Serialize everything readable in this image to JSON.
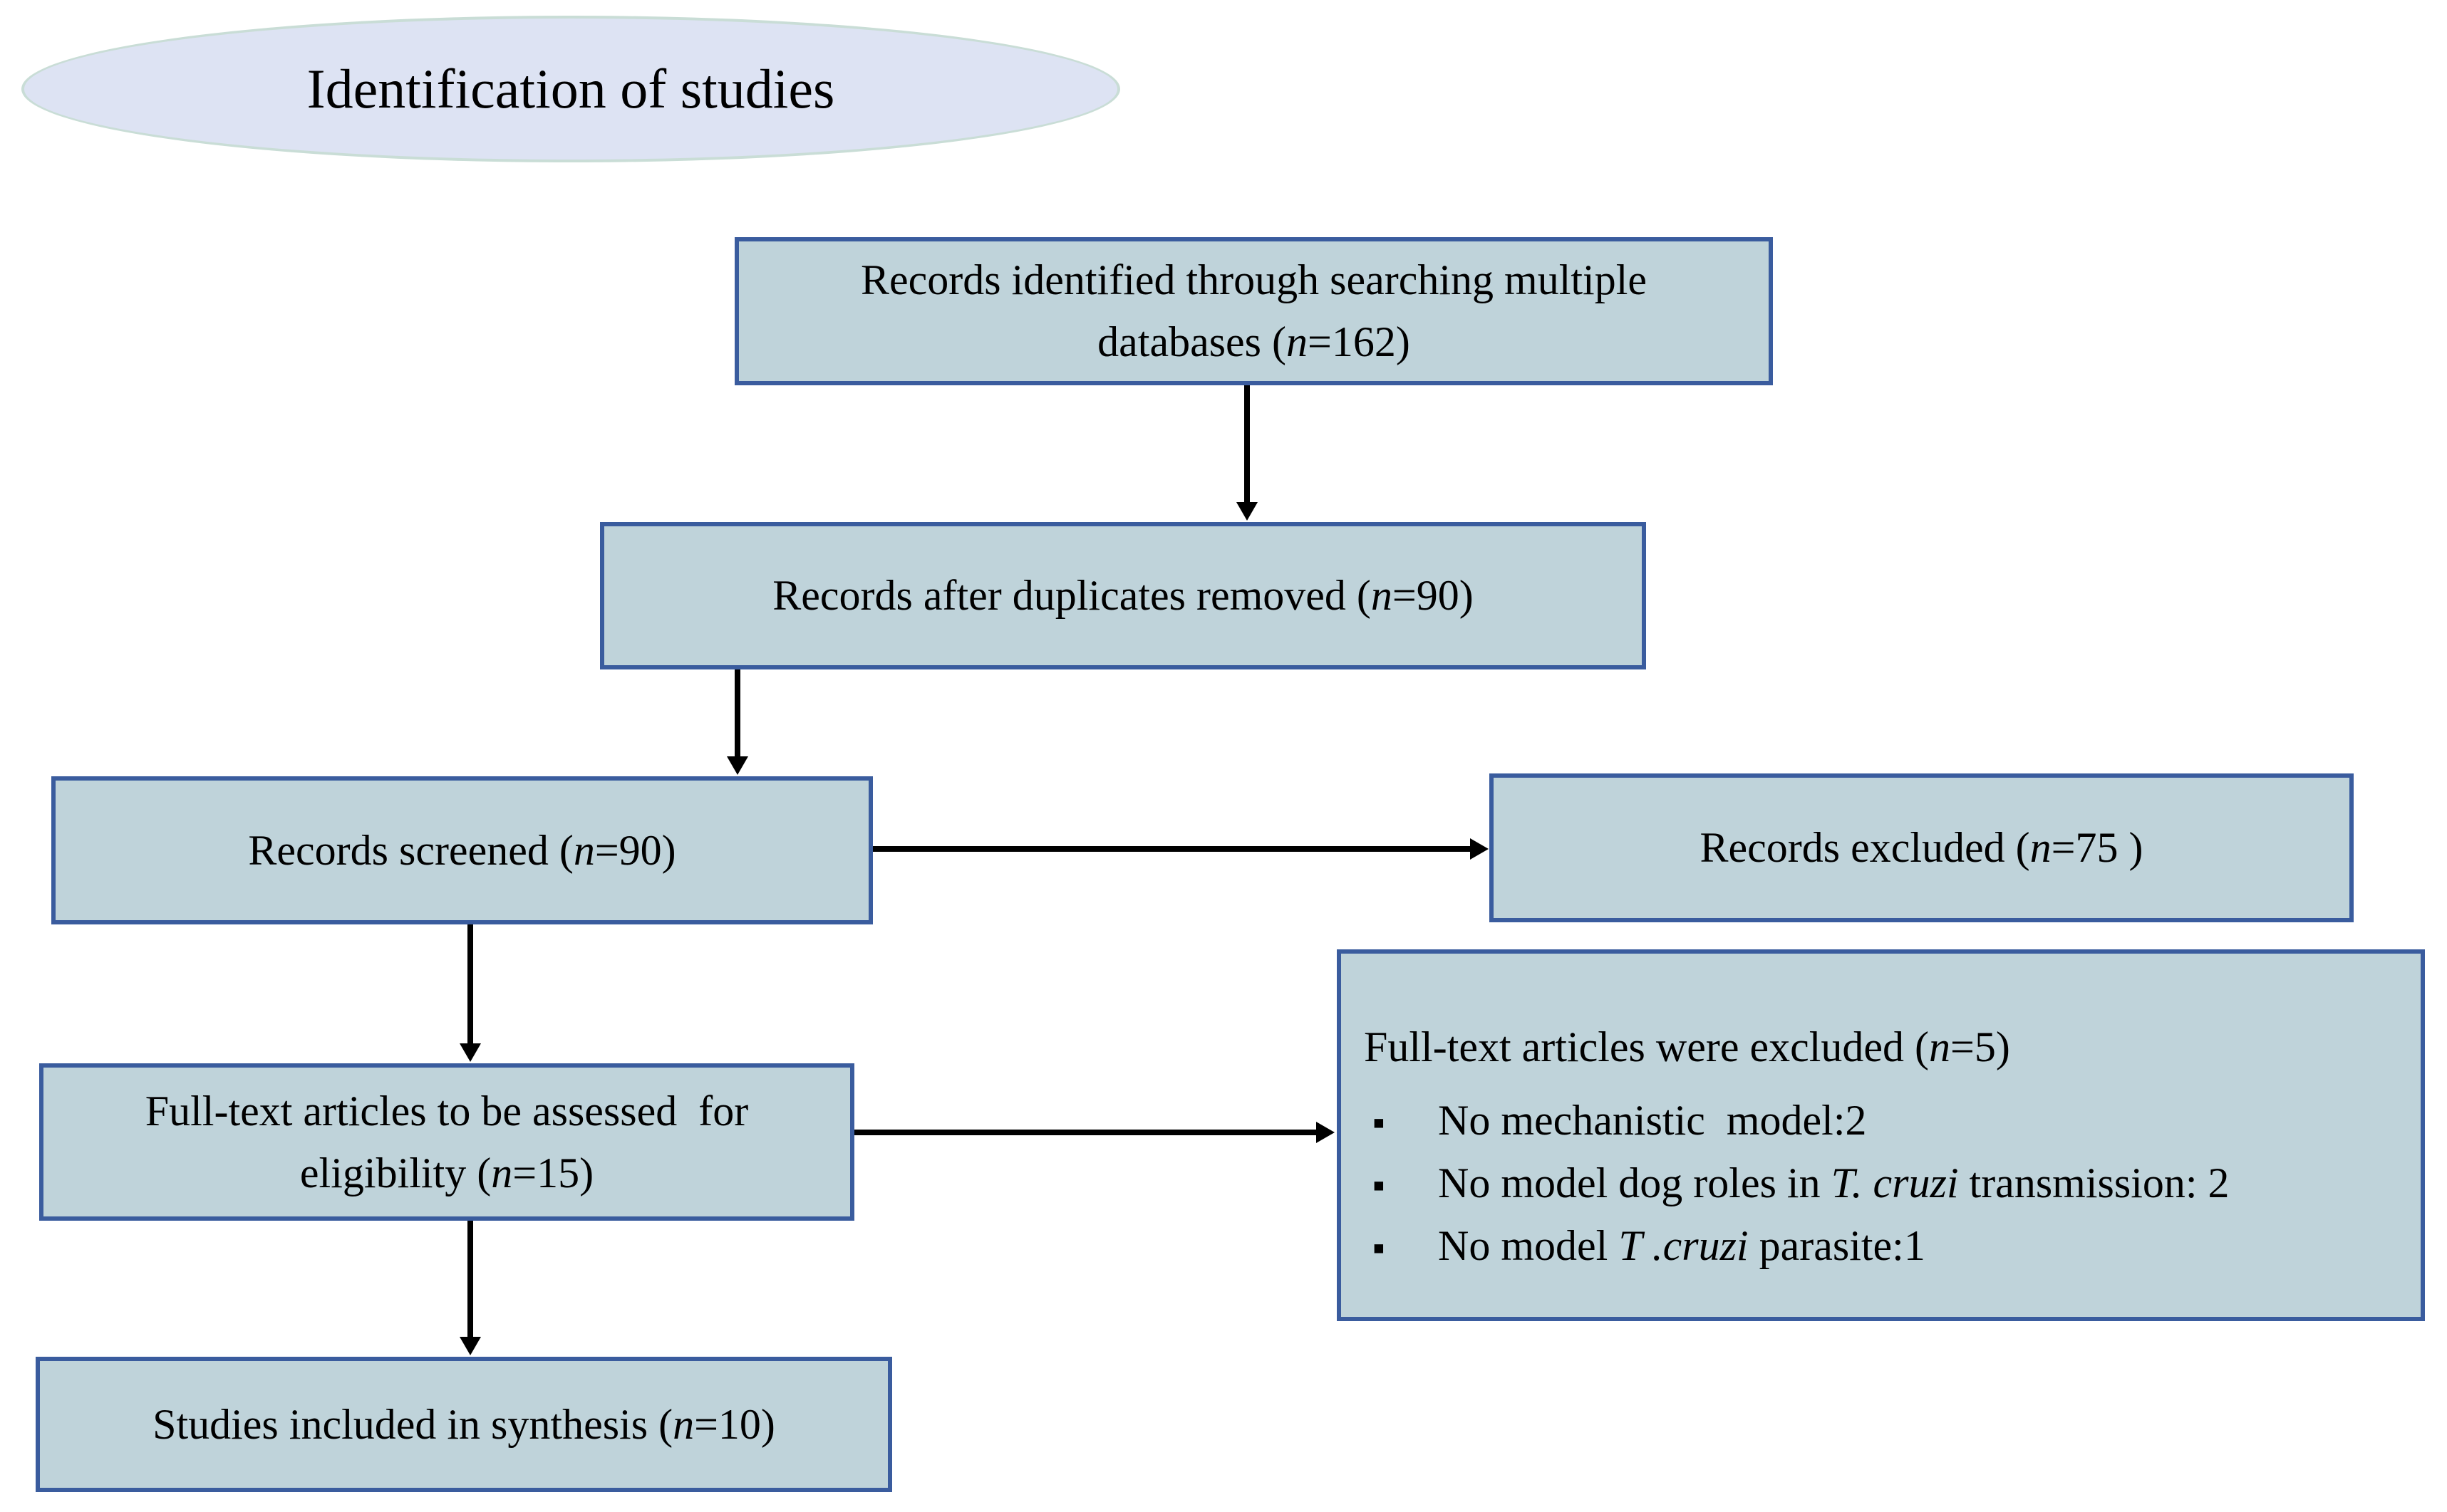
{
  "title": "Identification of studies",
  "colors": {
    "background": "#ffffff",
    "text": "#000000",
    "box_fill": "#bfd3da",
    "box_border": "#3a5c9e",
    "ellipse_fill": "#dde3f3",
    "ellipse_border": "#c9ddd6",
    "arrow": "#000000"
  },
  "boxes": {
    "identified": {
      "parts": [
        {
          "text": "Records identified through searching multiple"
        },
        {
          "br": true
        },
        {
          "text": "databases ("
        },
        {
          "text": "n",
          "italic": true
        },
        {
          "text": "=162)"
        }
      ]
    },
    "duplicates_removed": {
      "parts": [
        {
          "text": "Records after duplicates removed ("
        },
        {
          "text": "n",
          "italic": true
        },
        {
          "text": "=90)"
        }
      ]
    },
    "screened": {
      "parts": [
        {
          "text": "Records screened ("
        },
        {
          "text": "n",
          "italic": true
        },
        {
          "text": "=90)"
        }
      ]
    },
    "records_excluded": {
      "parts": [
        {
          "text": "Records excluded ("
        },
        {
          "text": "n",
          "italic": true
        },
        {
          "text": "=75 )"
        }
      ]
    },
    "fulltext_assessed": {
      "parts": [
        {
          "text": "Full-text articles to be assessed  for"
        },
        {
          "br": true
        },
        {
          "text": "eligibility ("
        },
        {
          "text": "n",
          "italic": true
        },
        {
          "text": "=15)"
        }
      ]
    },
    "studies_included": {
      "parts": [
        {
          "text": "Studies included in synthesis ("
        },
        {
          "text": "n",
          "italic": true
        },
        {
          "text": "=10)"
        }
      ]
    }
  },
  "exclusions": {
    "header_parts": [
      {
        "text": "Full-text articles were excluded ("
      },
      {
        "text": "n",
        "italic": true
      },
      {
        "text": "=5)"
      }
    ],
    "bullet_marker": "▪",
    "bullets": [
      {
        "parts": [
          {
            "text": "No mechanistic  model:2"
          }
        ]
      },
      {
        "parts": [
          {
            "text": "No model dog roles in "
          },
          {
            "text": "T. cruzi",
            "italic": true
          },
          {
            "text": " transmission: 2"
          }
        ]
      },
      {
        "parts": [
          {
            "text": "No model "
          },
          {
            "text": "T .cruzi",
            "italic": true
          },
          {
            "text": " parasite:1"
          }
        ]
      }
    ]
  }
}
